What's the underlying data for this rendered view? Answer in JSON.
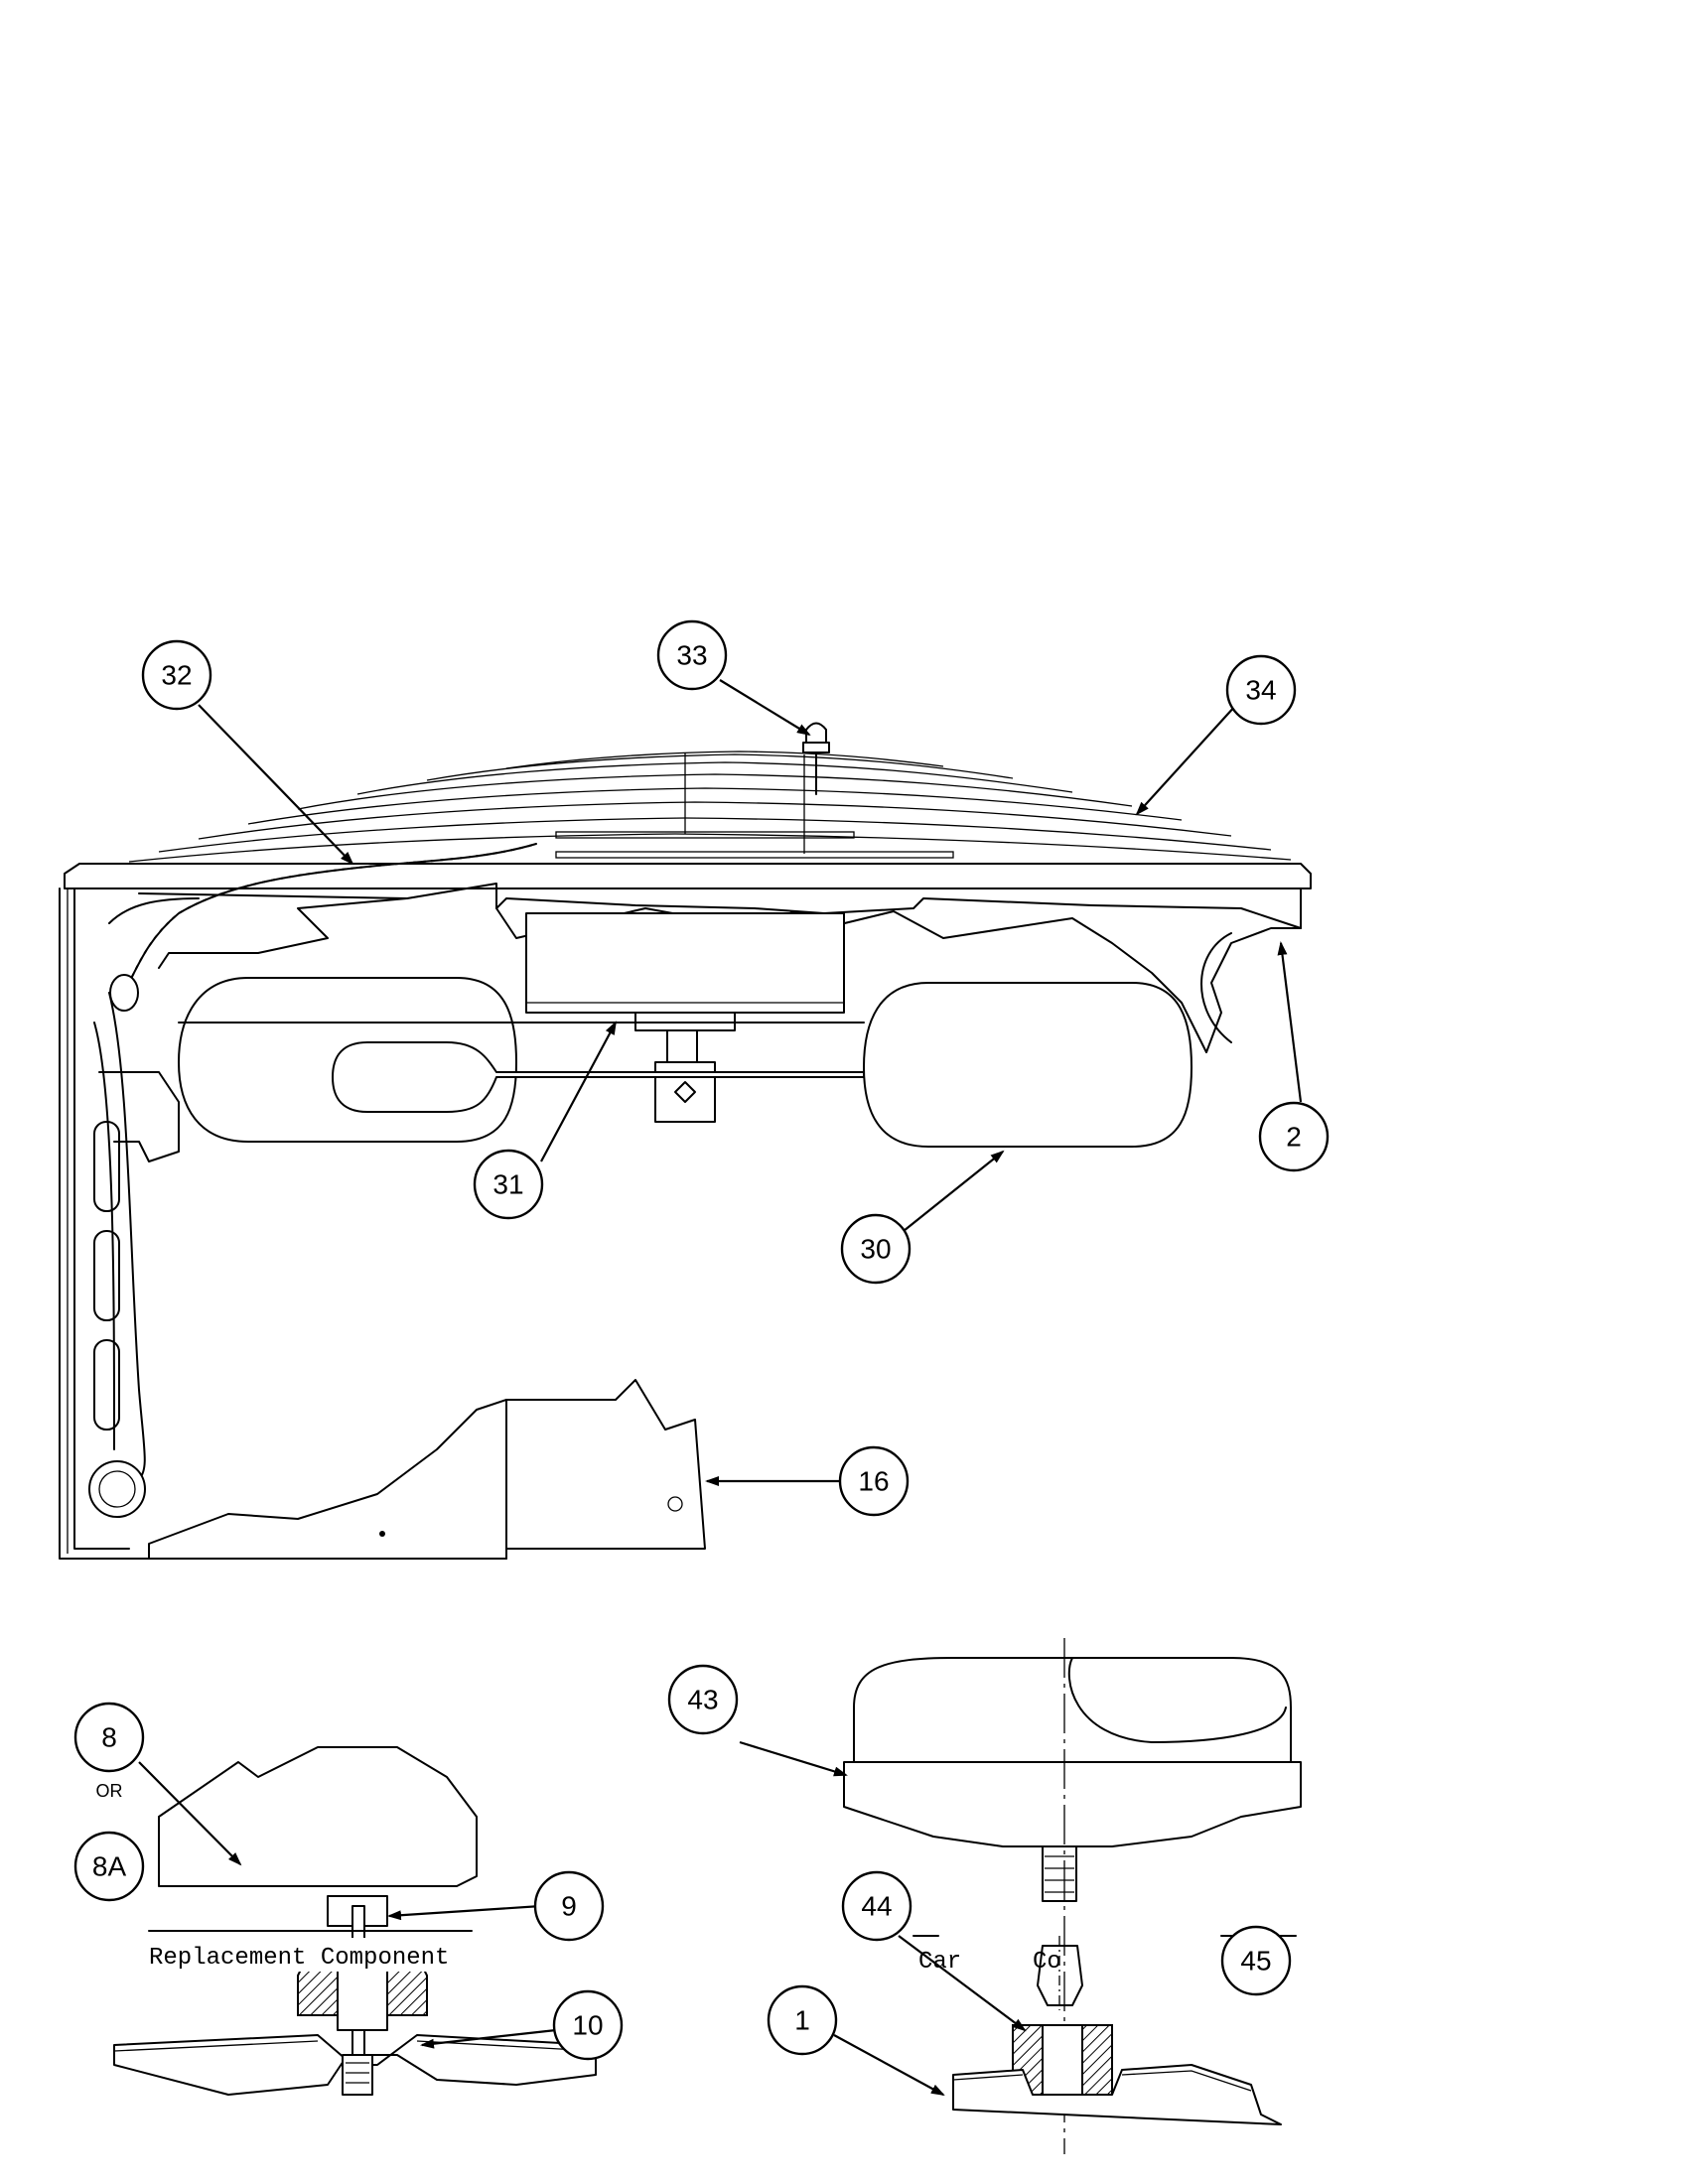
{
  "callouts": {
    "c32": "32",
    "c33": "33",
    "c34": "34",
    "c2": "2",
    "c31": "31",
    "c30": "30",
    "c16": "16",
    "c8": "8",
    "c8a": "8A",
    "c9": "9",
    "c10": "10",
    "c43": "43",
    "c44": "44",
    "c1": "1",
    "c45": "45"
  },
  "labels": {
    "or": "OR",
    "replacement_component": "Replacement Component",
    "carrier_fragment": "Car",
    "component_fragment": "Co"
  }
}
